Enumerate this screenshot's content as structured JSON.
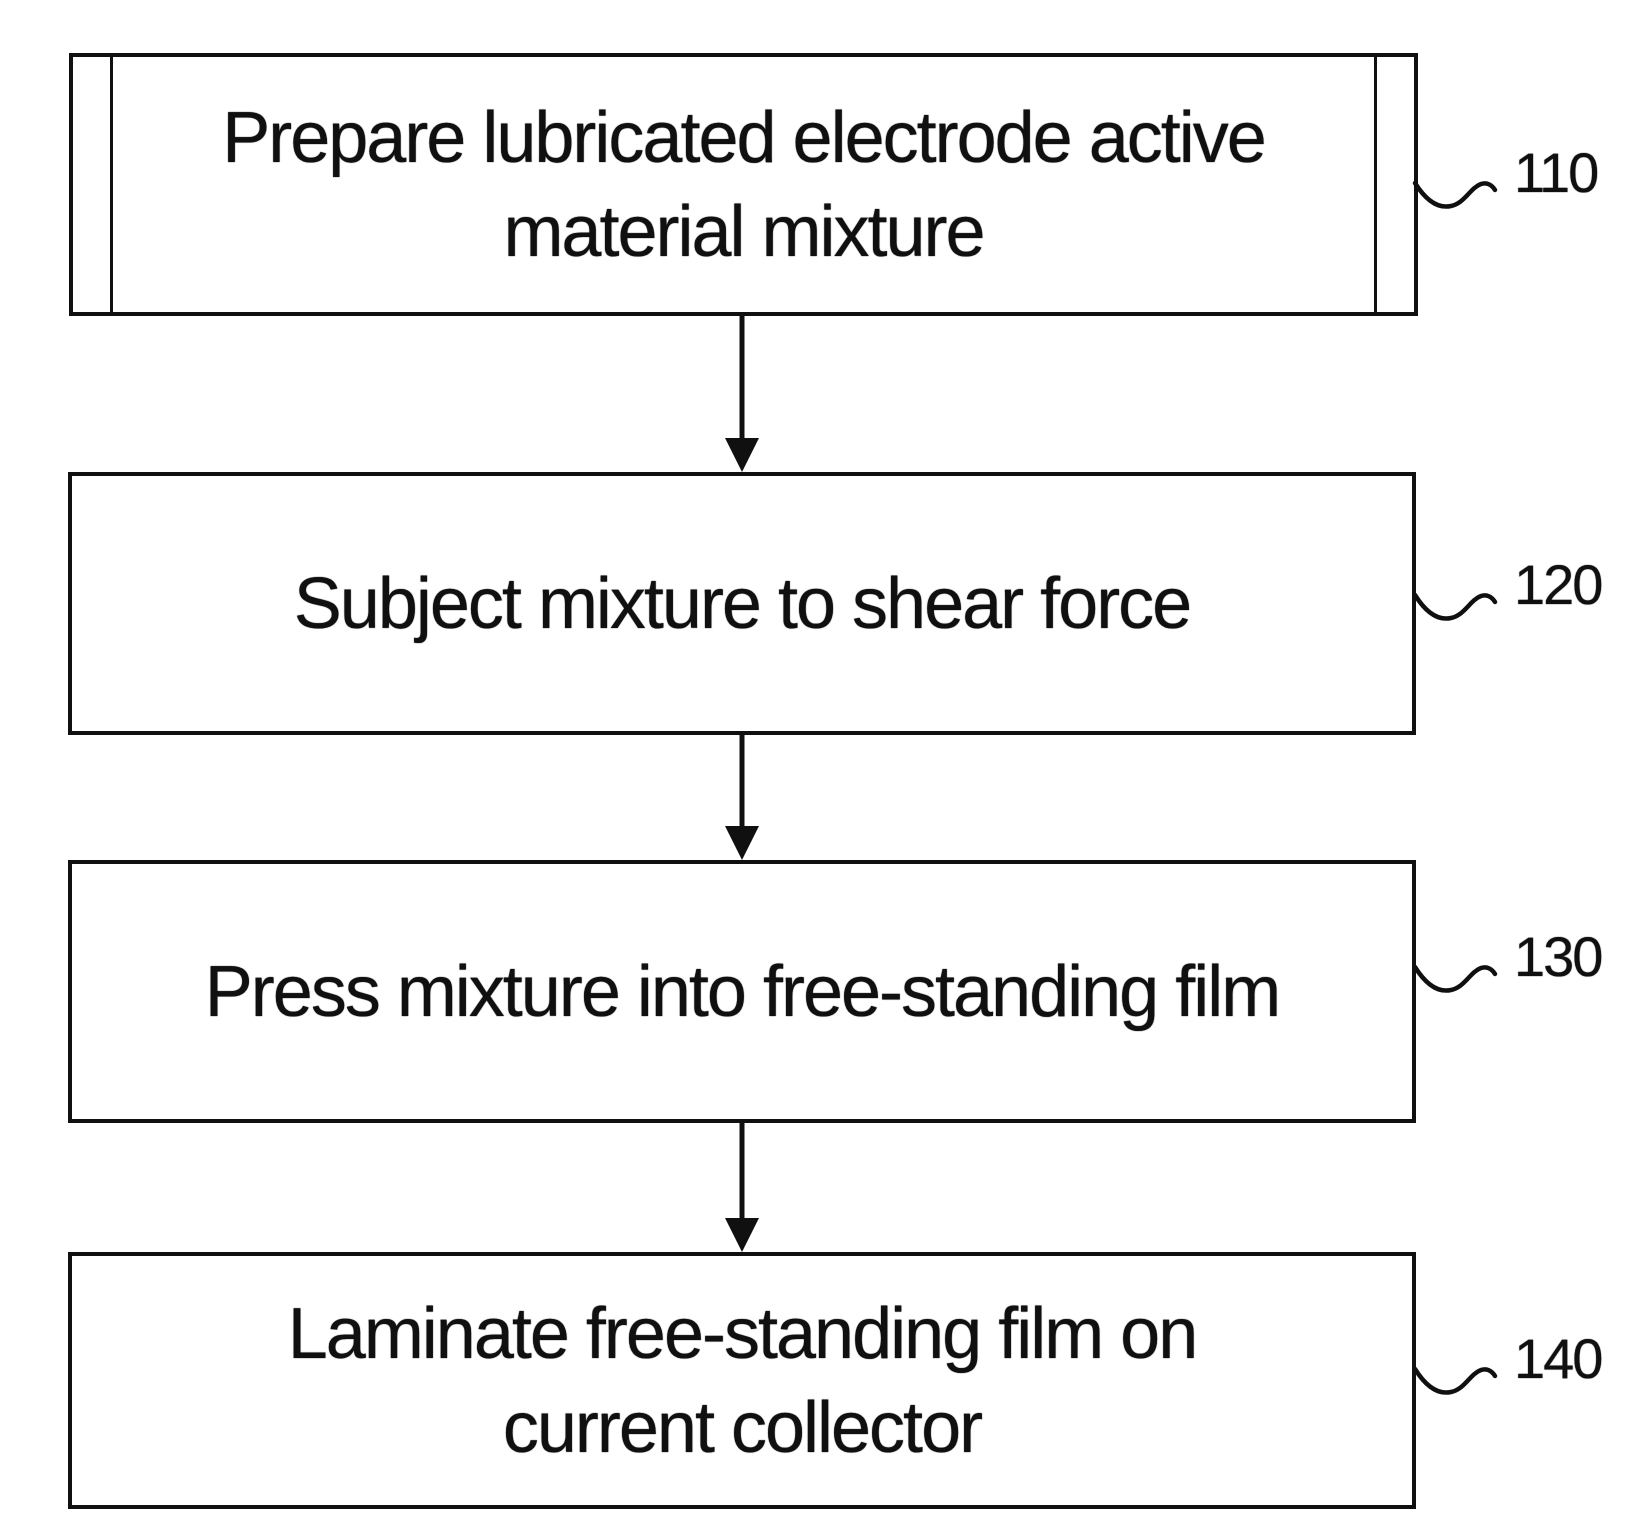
{
  "figure": {
    "kind": "flowchart",
    "background": "#ffffff",
    "ink": "#101010",
    "steps": [
      {
        "ref": "110",
        "shape": "double-struck-process",
        "label": "Prepare lubricated electrode active material mixture",
        "lines": [
          "Prepare lubricated electrode active",
          "material mixture"
        ]
      },
      {
        "ref": "120",
        "shape": "process",
        "label": "Subject mixture to shear force",
        "lines": [
          "Subject mixture to shear force"
        ]
      },
      {
        "ref": "130",
        "shape": "process",
        "label": "Press mixture into free-standing film",
        "lines": [
          "Press mixture into free-standing film"
        ]
      },
      {
        "ref": "140",
        "shape": "process",
        "label": "Laminate free-standing film on current collector",
        "lines": [
          "Laminate free-standing film on",
          "current collector"
        ]
      }
    ],
    "connections": [
      {
        "from": "110",
        "to": "120",
        "type": "arrow-down"
      },
      {
        "from": "120",
        "to": "130",
        "type": "arrow-down"
      },
      {
        "from": "130",
        "to": "140",
        "type": "arrow-down"
      }
    ]
  }
}
